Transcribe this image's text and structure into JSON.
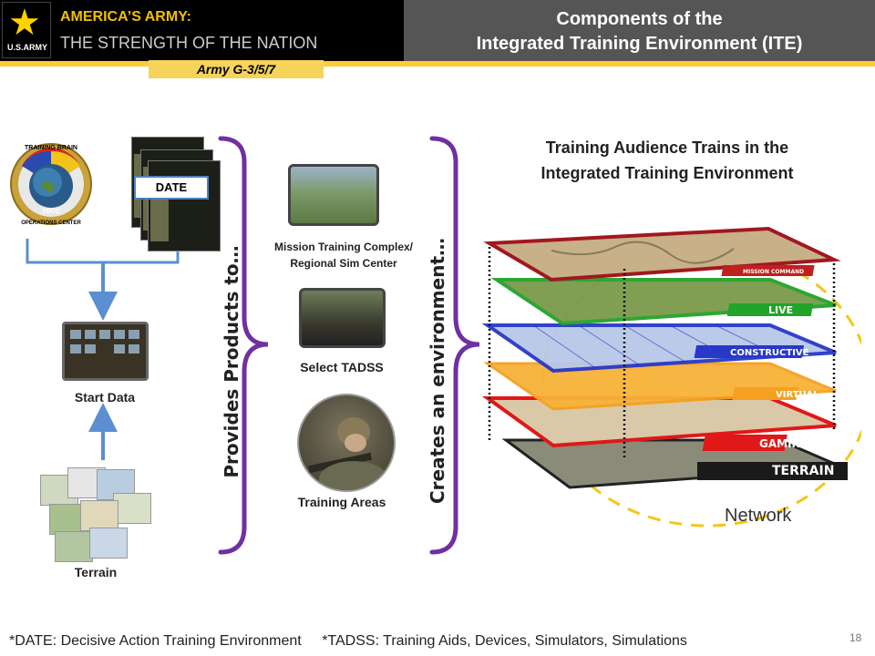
{
  "header": {
    "org_line1": "AMERICA’S ARMY:",
    "org_line2": "THE STRENGTH OF THE NATION",
    "logo_text": "U.S.ARMY",
    "office": "Army G-3/5/7",
    "title_line1": "Components of the",
    "title_line2": "Integrated Training Environment (ITE)"
  },
  "left": {
    "emblem_text_top": "TRAINING BRAIN",
    "emblem_text_bottom": "OPERATIONS CENTER",
    "emblem_center": "TBOC",
    "date_label": "DATE",
    "start_data_label": "Start Data",
    "terrain_label": "Terrain"
  },
  "braces": {
    "provides": "Provides Products to…",
    "creates": "Creates an environment…"
  },
  "middle": {
    "mtc_line1": "Mission Training Complex/",
    "mtc_line2": "Regional Sim Center",
    "tadss_label": "Select TADSS",
    "areas_label": "Training Areas"
  },
  "right": {
    "title_line1": "Training Audience Trains in the",
    "title_line2": "Integrated Training Environment",
    "layers": {
      "mission_command": "MISSION COMMAND",
      "live": "LIVE",
      "constructive": "CONSTRUCTIVE",
      "virtual": "VIRTUAL",
      "gaming": "GAMING",
      "terrain": "TERRAIN"
    },
    "network_label": "Network"
  },
  "footer": {
    "date_def": "*DATE:  Decisive Action Training Environment",
    "tadss_def": "*TADSS:  Training Aids, Devices, Simulators, Simulations",
    "page_number": "18"
  },
  "colors": {
    "gold": "#ffcc33",
    "header_dark": "#000000",
    "header_gray": "#555555",
    "brace_purple": "#7030a0",
    "arrow_blue": "#5b8fd1",
    "live_green": "#22a32a",
    "constructive_blue": "#2838c8",
    "virtual_orange": "#f5a020",
    "gaming_red": "#e01818",
    "mission_command_red": "#a01820"
  }
}
